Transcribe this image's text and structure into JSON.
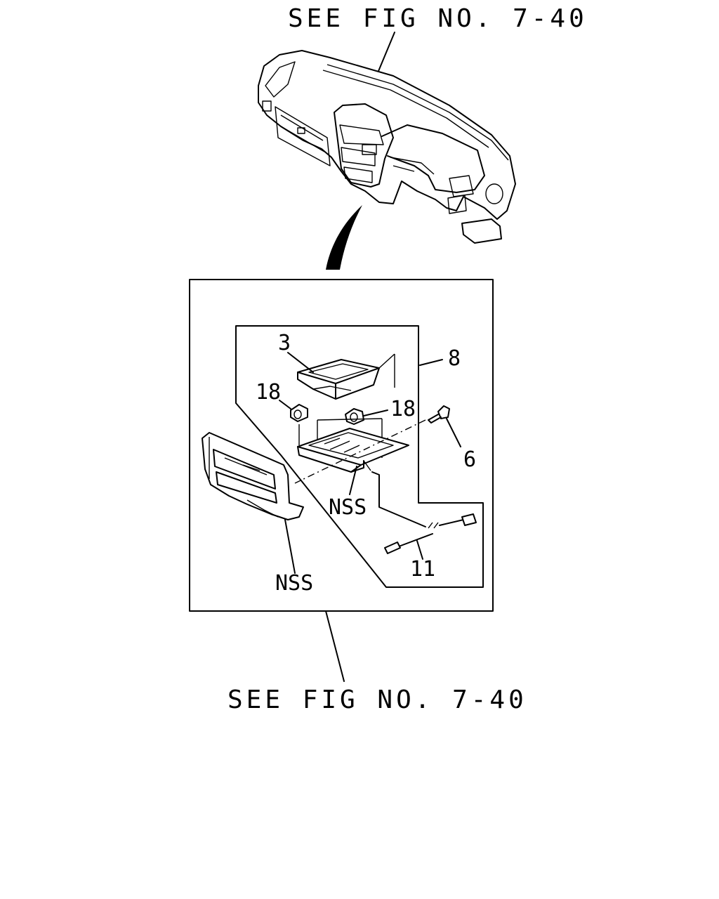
{
  "references": {
    "top": "SEE FIG NO. 7-40",
    "bottom": "SEE FIG NO. 7-40"
  },
  "callouts": {
    "part_3": "3",
    "part_8": "8",
    "part_18_left": "18",
    "part_18_right": "18",
    "part_6": "6",
    "part_11": "11",
    "nss_bracket": "NSS",
    "nss_bezel": "NSS"
  }
}
